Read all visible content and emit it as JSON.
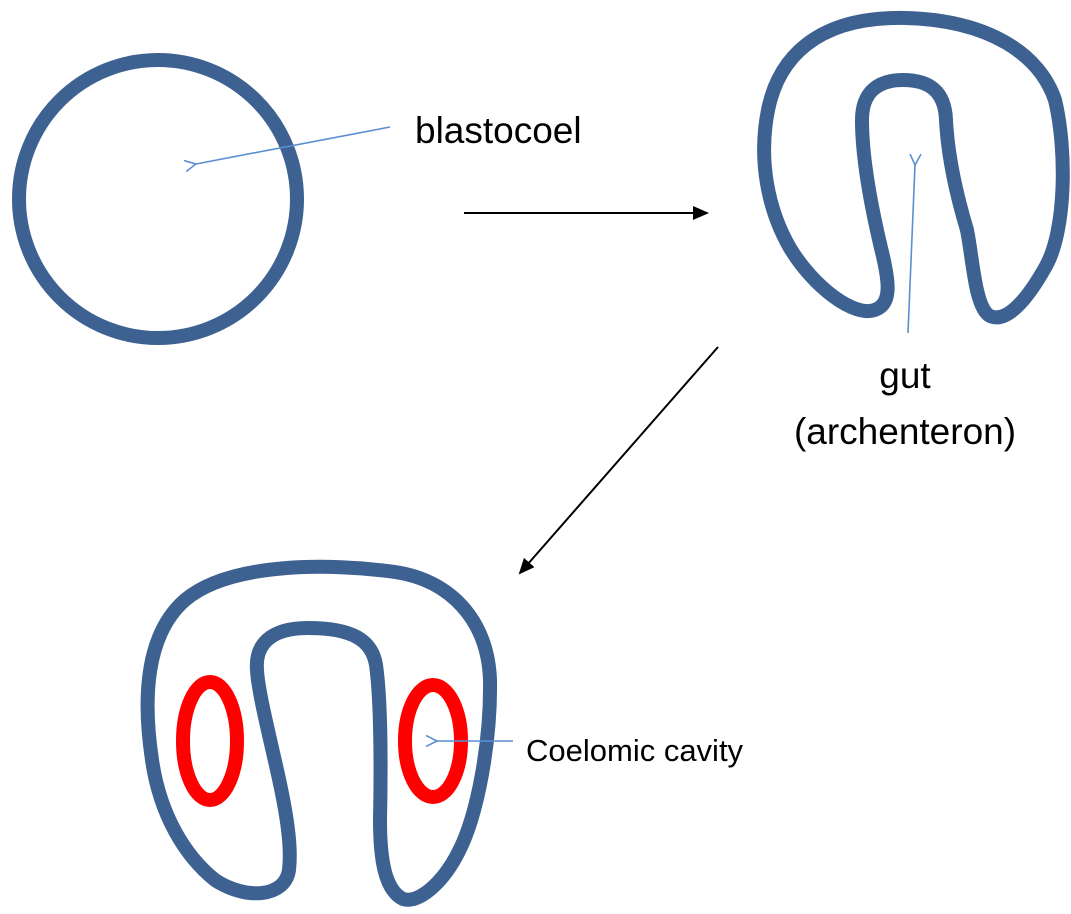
{
  "labels": {
    "blastocoel": "blastocoel",
    "gut_line1": "gut",
    "gut_line2": "(archenteron)",
    "coelom": "Coelomic cavity"
  },
  "colors": {
    "outline": "#3d6291",
    "coelom": "#ff0000",
    "pointer": "#5b8fd0",
    "arrow": "#000000"
  }
}
